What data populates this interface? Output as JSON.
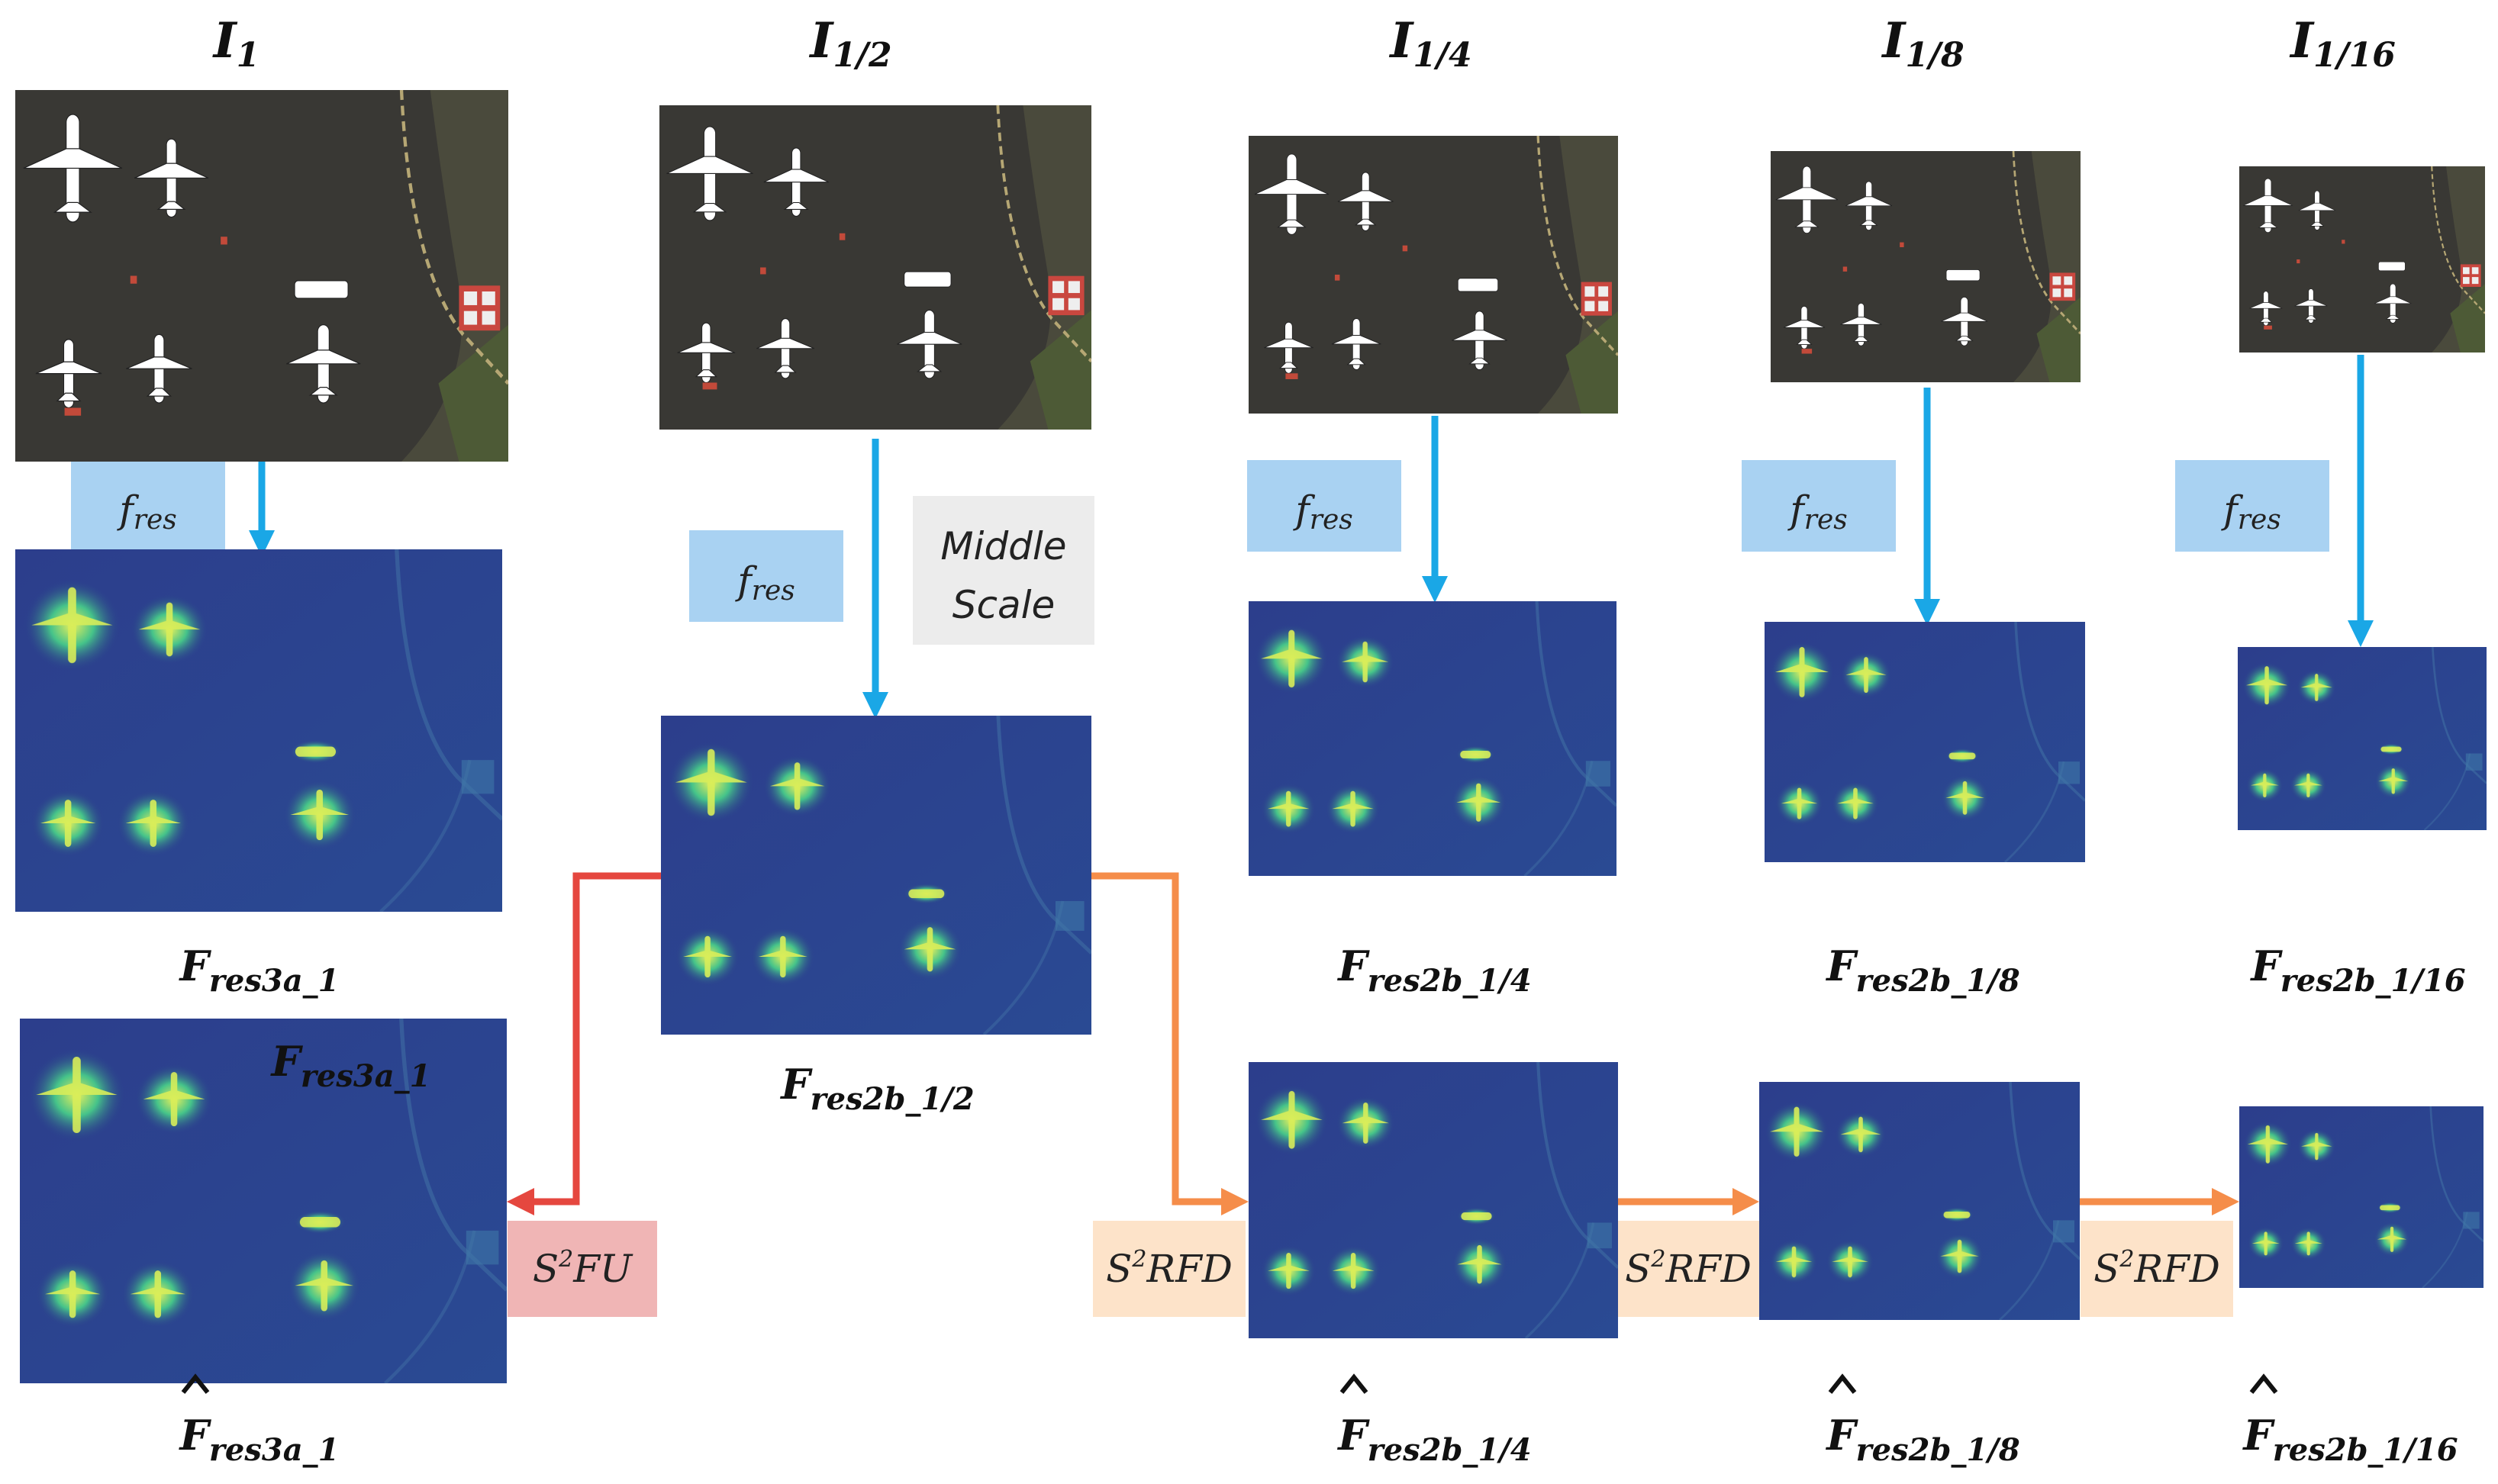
{
  "scales": [
    {
      "key": "s1",
      "title_main": "I",
      "title_sub": "1"
    },
    {
      "key": "s2",
      "title_main": "I",
      "title_sub": "1/2"
    },
    {
      "key": "s4",
      "title_main": "I",
      "title_sub": "1/4"
    },
    {
      "key": "s8",
      "title_main": "I",
      "title_sub": "1/8"
    },
    {
      "key": "s16",
      "title_main": "I",
      "title_sub": "1/16"
    }
  ],
  "fres_label": {
    "main": "f",
    "sub": "res"
  },
  "middle_scale": {
    "line1": "Middle",
    "line2": "Scale"
  },
  "feature_labels": {
    "s1": {
      "main": "F",
      "sub": "res3a_1"
    },
    "s1_overlay": {
      "main": "F",
      "sub": "res3a_1"
    },
    "s2": {
      "main": "F",
      "sub": "res2b_1/2"
    },
    "s4": {
      "main": "F",
      "sub": "res2b_1/4"
    },
    "s8": {
      "main": "F",
      "sub": "res2b_1/8"
    },
    "s16": {
      "main": "F",
      "sub": "res2b_1/16"
    }
  },
  "refined_labels": {
    "s1": {
      "main": "F",
      "sub": "res3a_1"
    },
    "s4": {
      "main": "F",
      "sub": "res2b_1/4"
    },
    "s8": {
      "main": "F",
      "sub": "res2b_1/8"
    },
    "s16": {
      "main": "F",
      "sub": "res2b_1/16"
    }
  },
  "modules": {
    "s2fu": {
      "pre": "S",
      "sup": "2",
      "post": "FU"
    },
    "s2rfd": {
      "pre": "S",
      "sup": "2",
      "post": "RFD"
    }
  },
  "colors": {
    "fres_box": "#a9d2f2",
    "middle_box": "#ececec",
    "s2fu_box": "#f0b5b5",
    "s2rfd_box": "#fde3c9",
    "blue_arrow": "#1aa7e6",
    "red_arrow": "#e5473f",
    "orange_arrow": "#f58d4a",
    "feature_bg": "#2b3f8c",
    "aerial_bg": "#3d3c38"
  }
}
